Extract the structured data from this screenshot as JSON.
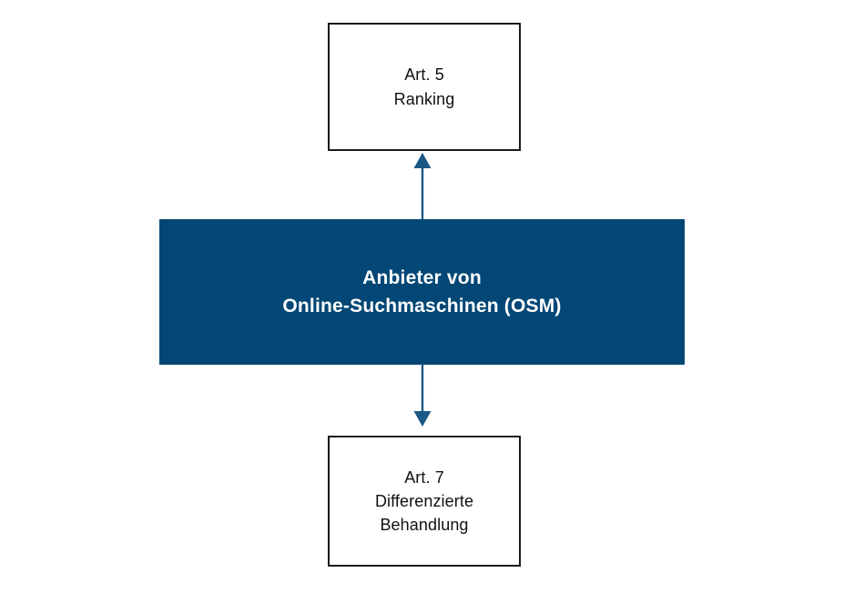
{
  "diagram": {
    "type": "flow-diagram",
    "language": "de",
    "background_color": "#ffffff",
    "nodes": [
      {
        "id": "art5",
        "name": "art-5-ranking",
        "style": "outline",
        "text": "Art. 5\nRanking",
        "lines": [
          "Art. 5",
          "Ranking"
        ],
        "fill_color": "#ffffff",
        "border_color": "#1a1a1a",
        "text_color": "#111111"
      },
      {
        "id": "osm",
        "name": "anbieter-von-online-suchmaschinen",
        "style": "filled",
        "text": "Anbieter von\nOnline-Suchmaschinen (OSM)",
        "lines": [
          "Anbieter von",
          "Online-Suchmaschinen (OSM)"
        ],
        "fill_color": "#024775",
        "border_color": "#024775",
        "text_color": "#ffffff"
      },
      {
        "id": "art7",
        "name": "art-7-differenzierte-behandlung",
        "style": "outline",
        "text": "Art. 7\nDifferenzierte\nBehandlung",
        "lines": [
          "Art. 7",
          "Differenzierte",
          "Behandlung"
        ],
        "fill_color": "#ffffff",
        "border_color": "#1a1a1a",
        "text_color": "#111111"
      }
    ],
    "connectors": [
      {
        "id": "osm-to-art5",
        "name": "arrow-up-to-art-5",
        "from": "osm",
        "to": "art5",
        "direction": "up",
        "color": "#1b5885",
        "arrowhead": "filled-triangle"
      },
      {
        "id": "osm-to-art7",
        "name": "arrow-down-to-art-7",
        "from": "osm",
        "to": "art7",
        "direction": "down",
        "color": "#1b5885",
        "arrowhead": "filled-triangle"
      }
    ]
  }
}
